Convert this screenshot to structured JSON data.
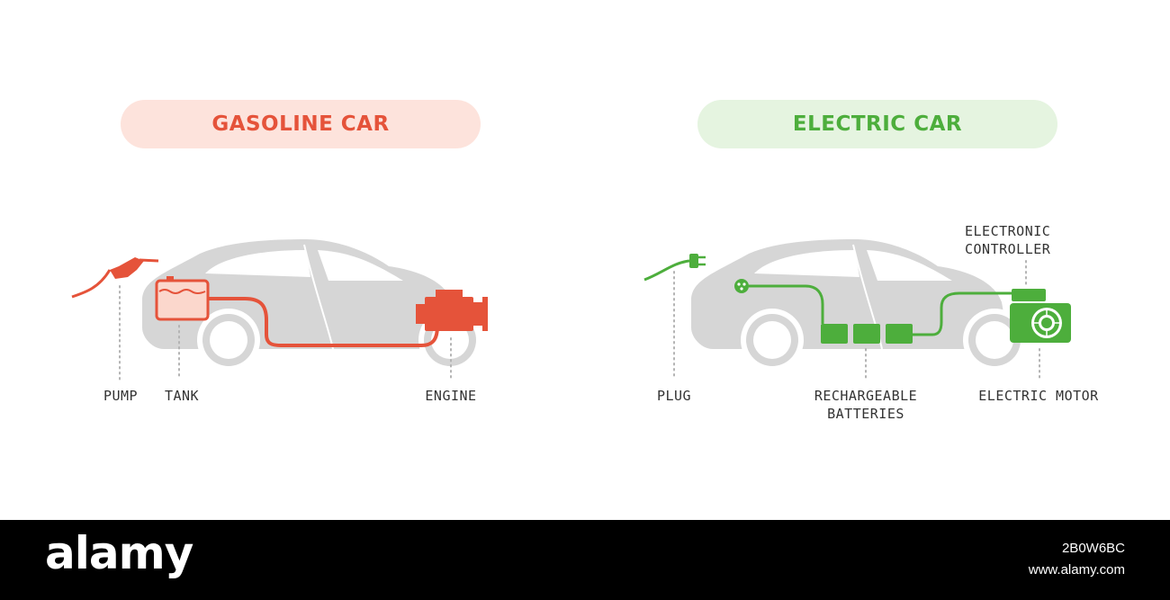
{
  "gasoline": {
    "title": "GASOLINE CAR",
    "color": "#e5533a",
    "labels": {
      "pump": "PUMP",
      "tank": "TANK",
      "engine": "ENGINE"
    }
  },
  "electric": {
    "title": "ELECTRIC CAR",
    "color": "#4dae3c",
    "labels": {
      "plug": "PLUG",
      "batteries_line1": "RECHARGEABLE",
      "batteries_line2": "BATTERIES",
      "motor": "ELECTRIC MOTOR",
      "controller_line1": "ELECTRONIC",
      "controller_line2": "CONTROLLER"
    }
  },
  "footer": {
    "brand": "alamy",
    "image_id": "2B0W6BC",
    "site": "www.alamy.com"
  }
}
